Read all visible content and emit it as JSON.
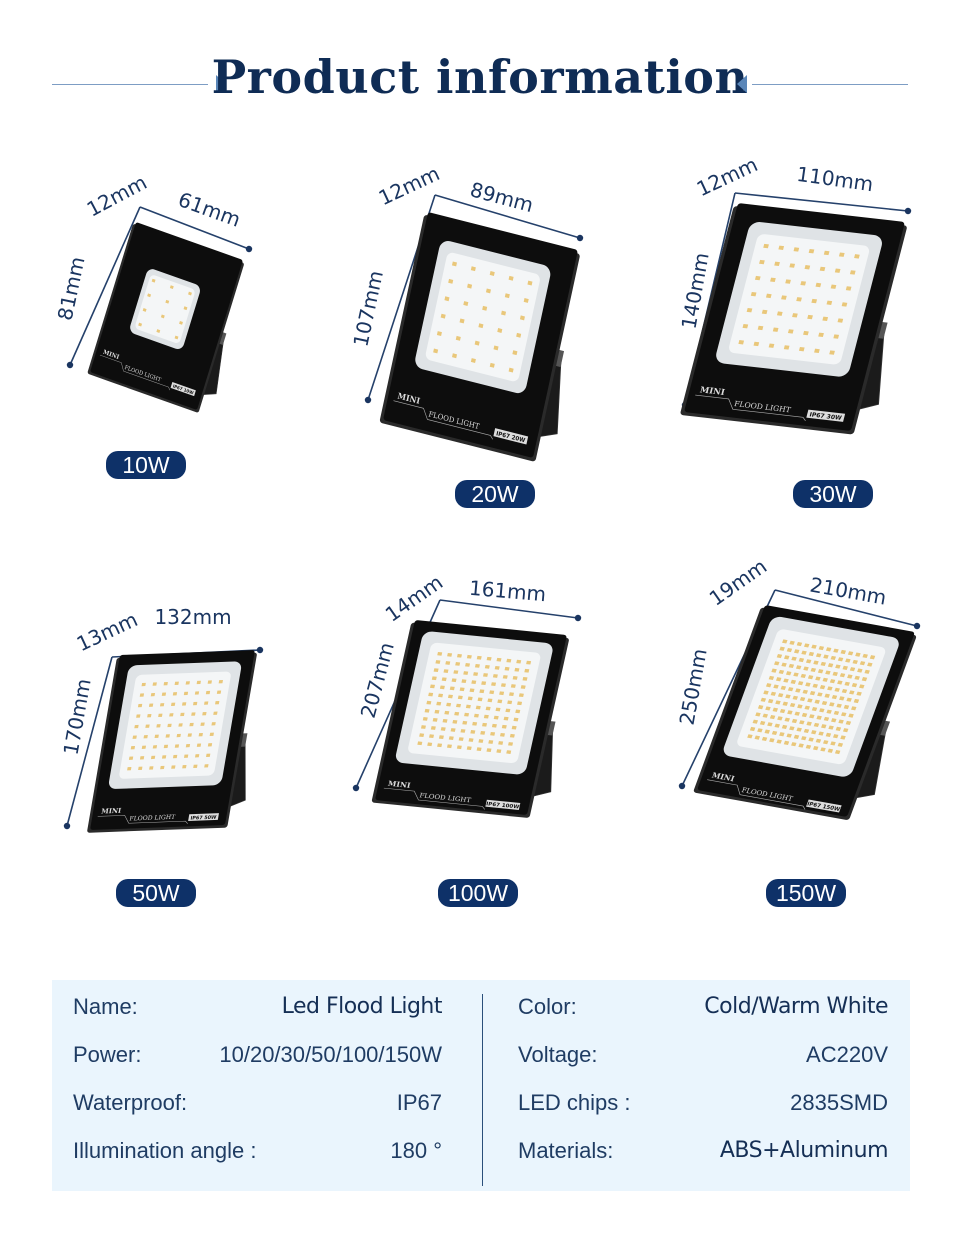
{
  "header": {
    "title": "Product information"
  },
  "colors": {
    "navy": "#0e3168",
    "title": "#0f2c55",
    "accent_line": "#7d9dc4",
    "panel_bg": "#eaf5fd"
  },
  "products": [
    {
      "badge": "10W",
      "depth": "12mm",
      "width": "61mm",
      "height": "81mm",
      "mark_mini": "MINI",
      "mark_flood": "FLOOD LIGHT",
      "mark_rating": "IP67 10W"
    },
    {
      "badge": "20W",
      "depth": "12mm",
      "width": "89mm",
      "height": "107mm",
      "mark_mini": "MINI",
      "mark_flood": "FLOOD LIGHT",
      "mark_rating": "IP67 20W"
    },
    {
      "badge": "30W",
      "depth": "12mm",
      "width": "110mm",
      "height": "140mm",
      "mark_mini": "MINI",
      "mark_flood": "FLOOD LIGHT",
      "mark_rating": "IP67 30W"
    },
    {
      "badge": "50W",
      "depth": "13mm",
      "width": "132mm",
      "height": "170mm",
      "mark_mini": "MINI",
      "mark_flood": "FLOOD LIGHT",
      "mark_rating": "IP67 50W"
    },
    {
      "badge": "100W",
      "depth": "14mm",
      "width": "161mm",
      "height": "207mm",
      "mark_mini": "MINI",
      "mark_flood": "FLOOD LIGHT",
      "mark_rating": "IP67 100W"
    },
    {
      "badge": "150W",
      "depth": "19mm",
      "width": "210mm",
      "height": "250mm",
      "mark_mini": "MINI",
      "mark_flood": "FLOOD LIGHT",
      "mark_rating": "IP67 150W"
    }
  ],
  "specs": {
    "left": [
      {
        "label": "Name:",
        "value": "Led Flood Light"
      },
      {
        "label": "Power:",
        "value": "10/20/30/50/100/150W"
      },
      {
        "label": "Waterproof:",
        "value": "IP67"
      },
      {
        "label": "Illumination angle :",
        "value": "180  °"
      }
    ],
    "right": [
      {
        "label": "Color:",
        "value": "Cold/Warm White"
      },
      {
        "label": "Voltage:",
        "value": "AC220V"
      },
      {
        "label": "LED chips :",
        "value": "2835SMD"
      },
      {
        "label": "Materials:",
        "value": "ABS+Aluminum"
      }
    ]
  }
}
